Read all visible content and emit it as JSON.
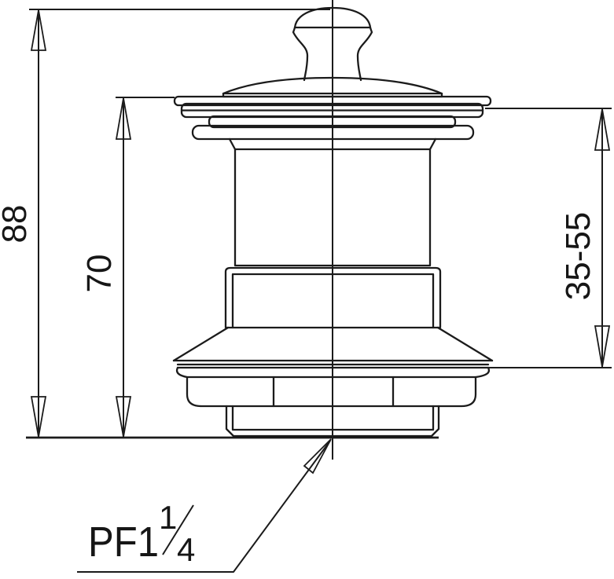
{
  "drawing": {
    "dimensions": {
      "overall_height": "88",
      "upper_height": "70",
      "mounting_range": "35-55"
    },
    "thread_callout": {
      "prefix": "PF1",
      "fraction_numerator": "1",
      "fraction_denominator": "4"
    }
  },
  "colors": {
    "line": "#1b1b1b",
    "background": "#ffffff"
  }
}
